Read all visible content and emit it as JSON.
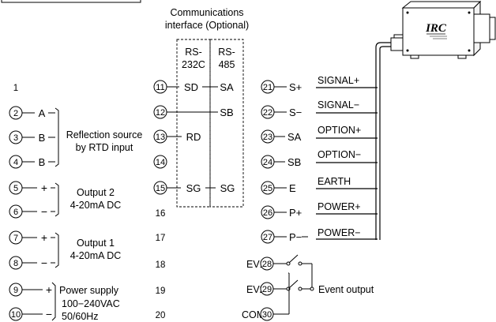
{
  "comm": {
    "title_line1": "Communications",
    "title_line2": "interface (Optional)",
    "rs232_line1": "RS-",
    "rs232_line2": "232C",
    "rs485_line1": "RS-",
    "rs485_line2": "485",
    "sd": "SD",
    "sa": "SA",
    "sb": "SB",
    "rd": "RD",
    "sg1": "SG",
    "sg2": "SG"
  },
  "left": {
    "term1": "1",
    "term2": "2",
    "term3": "3",
    "term4": "4",
    "term5": "5",
    "term6": "6",
    "term7": "7",
    "term8": "8",
    "term9": "9",
    "term10": "10",
    "sig2": "A",
    "sig3": "B",
    "sig4": "B",
    "sig5": "+",
    "sig6": "−",
    "sig7": "+",
    "sig8": "−",
    "sig9": "+",
    "sig10": "−",
    "reflection_line1": "Reflection source",
    "reflection_line2": "by RTD input",
    "output2_line1": "Output 2",
    "output2_line2": "4-20mA DC",
    "output1_line1": "Output 1",
    "output1_line2": "4-20mA DC",
    "power_line1": "Power supply",
    "power_line2": "100−240VAC",
    "power_line3": "50/60Hz"
  },
  "middle": {
    "t11": "11",
    "t12": "12",
    "t13": "13",
    "t14": "14",
    "t15": "15",
    "t16": "16",
    "t17": "17",
    "t18": "18",
    "t19": "19",
    "t20": "20"
  },
  "right": {
    "t21": "21",
    "t22": "22",
    "t23": "23",
    "t24": "24",
    "t25": "25",
    "t26": "26",
    "t27": "27",
    "l21": "S+",
    "l22": "S−",
    "l23": "SA",
    "l24": "SB",
    "l25": "E",
    "l26": "P+",
    "l27": "P−",
    "w21": "SIGNAL+",
    "w22": "SIGNAL−",
    "w23": "OPTION+",
    "w24": "OPTION−",
    "w25": "EARTH",
    "w26": "POWER+",
    "w27": "POWER−"
  },
  "event": {
    "t28": "28",
    "t29": "29",
    "t30": "30",
    "ev1": "EV1",
    "ev2": "EV2",
    "com": "COM",
    "label": "Event output"
  },
  "device": {
    "brand": "IRC"
  }
}
